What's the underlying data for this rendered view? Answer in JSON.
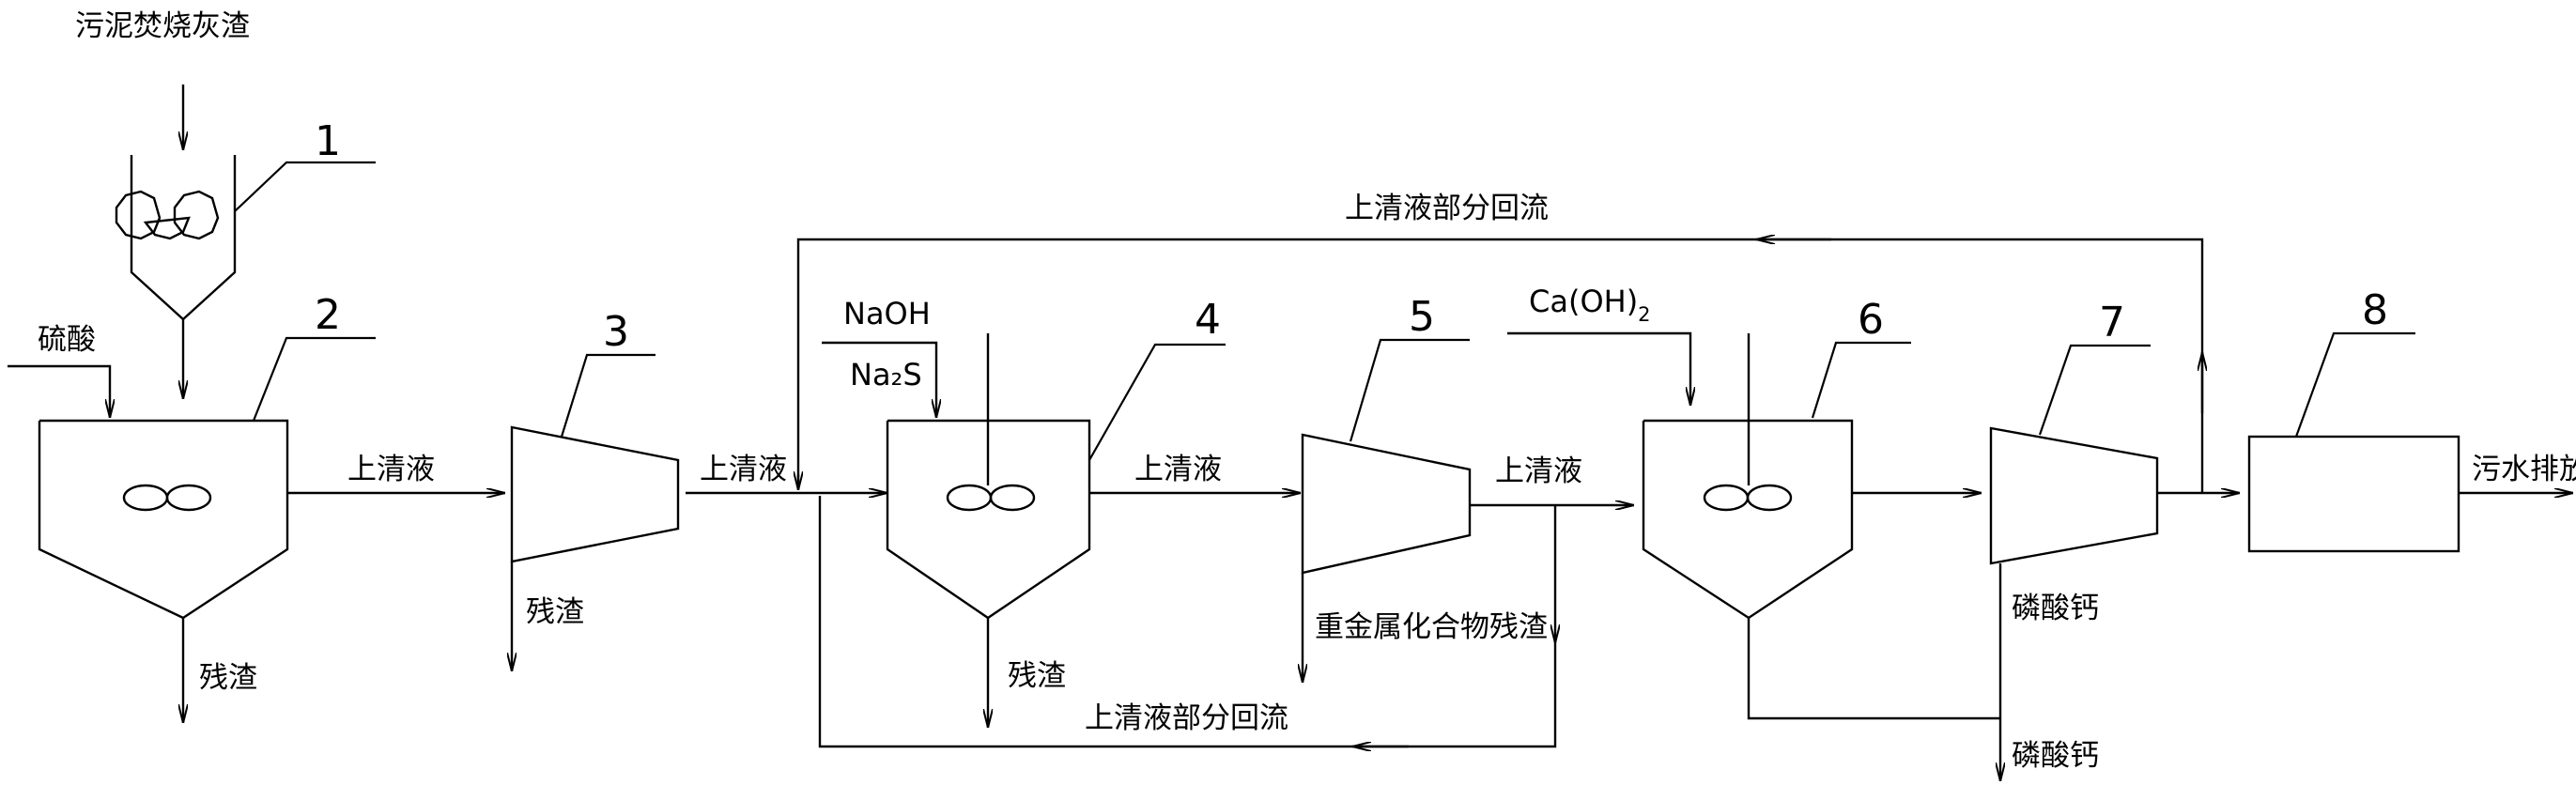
{
  "inputs": {
    "ash": "污泥焚烧灰渣",
    "acid": "硫酸",
    "naoh": "NaOH",
    "na2s": "Na₂S",
    "caoh2_base": "Ca(OH)",
    "caoh2_sub": "2"
  },
  "flows": {
    "supernatant_1": "上清液",
    "supernatant_2": "上清液",
    "supernatant_3": "上清液",
    "supernatant_4": "上清液",
    "reflux_top": "上清液部分回流",
    "reflux_bottom": "上清液部分回流",
    "discharge": "污水排放"
  },
  "outputs": {
    "residue_1": "残渣",
    "residue_2": "残渣",
    "residue_3": "残渣",
    "heavy_metal": "重金属化合物残渣",
    "phosphate_1": "磷酸钙",
    "phosphate_2": "磷酸钙"
  },
  "units": {
    "u1": "1",
    "u2": "2",
    "u3": "3",
    "u4": "4",
    "u5": "5",
    "u6": "6",
    "u7": "7",
    "u8": "8"
  }
}
